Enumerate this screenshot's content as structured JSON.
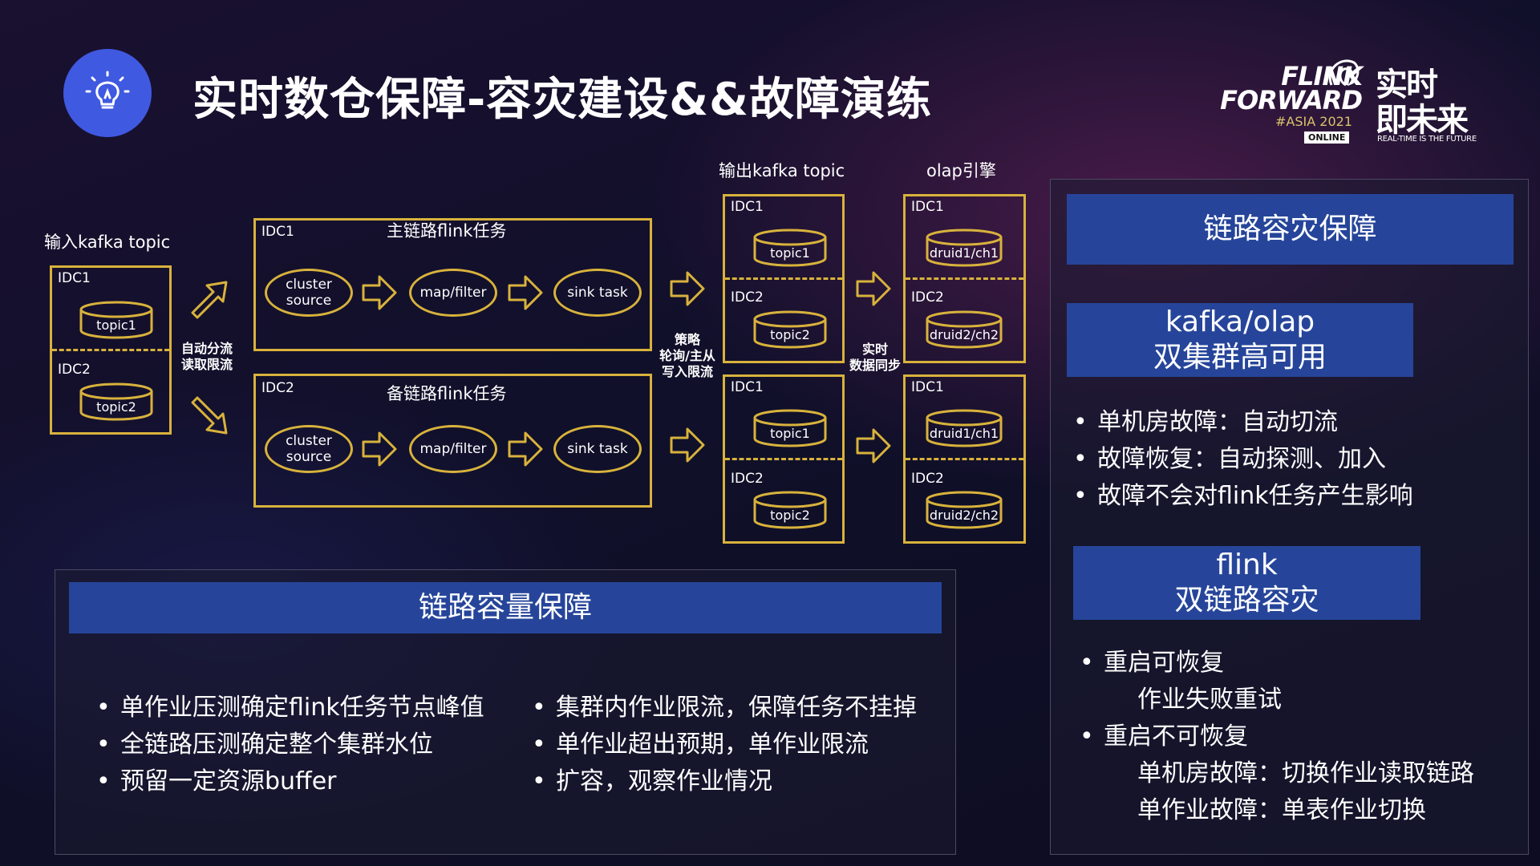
{
  "title": "实时数仓保障-容灾建设&&故障演练",
  "brand": {
    "line1": "FLINK",
    "line2": "FORWARD",
    "asia": "#ASIA 2021",
    "online": "ONLINE",
    "cn_line1": "实时",
    "cn_line2": "即未来",
    "tagline": "REAL-TIME IS THE FUTURE"
  },
  "diagram": {
    "input_label": "输入kafka topic",
    "output_label": "输出kafka topic",
    "olap_label": "olap引擎",
    "idc1": "IDC1",
    "idc2": "IDC2",
    "topic1": "topic1",
    "topic2": "topic2",
    "druid1": "druid1/ch1",
    "druid2": "druid2/ch2",
    "split_note": "自动分流\n读取限流",
    "strategy_note": "策略\n轮询/主从\n写入限流",
    "sync_note": "实时\n数据同步",
    "main_job": "主链路flink任务",
    "backup_job": "备链路flink任务",
    "cluster_source": "cluster\nsource",
    "map_filter": "map/filter",
    "sink_task": "sink task"
  },
  "right_panel": {
    "header": "链路容灾保障",
    "kafka_olap": {
      "line1": "kafka/olap",
      "line2": "双集群高可用",
      "bullets": [
        "单机房故障：自动切流",
        "故障恢复：自动探测、加入",
        "故障不会对flink任务产生影响"
      ]
    },
    "flink": {
      "line1": "flink",
      "line2": "双链路容灾",
      "restart_ok": "重启可恢复",
      "restart_ok_sub": "作业失败重试",
      "restart_fail": "重启不可恢复",
      "restart_fail_sub1": "单机房故障：切换作业读取链路",
      "restart_fail_sub2": "单作业故障：单表作业切换"
    }
  },
  "bottom_panel": {
    "header": "链路容量保障",
    "left_bullets": [
      "单作业压测确定flink任务节点峰值",
      "全链路压测确定整个集群水位",
      "预留一定资源buffer"
    ],
    "right_bullets": [
      "集群内作业限流，保障任务不挂掉",
      "单作业超出预期，单作业限流",
      "扩容，观察作业情况"
    ]
  }
}
